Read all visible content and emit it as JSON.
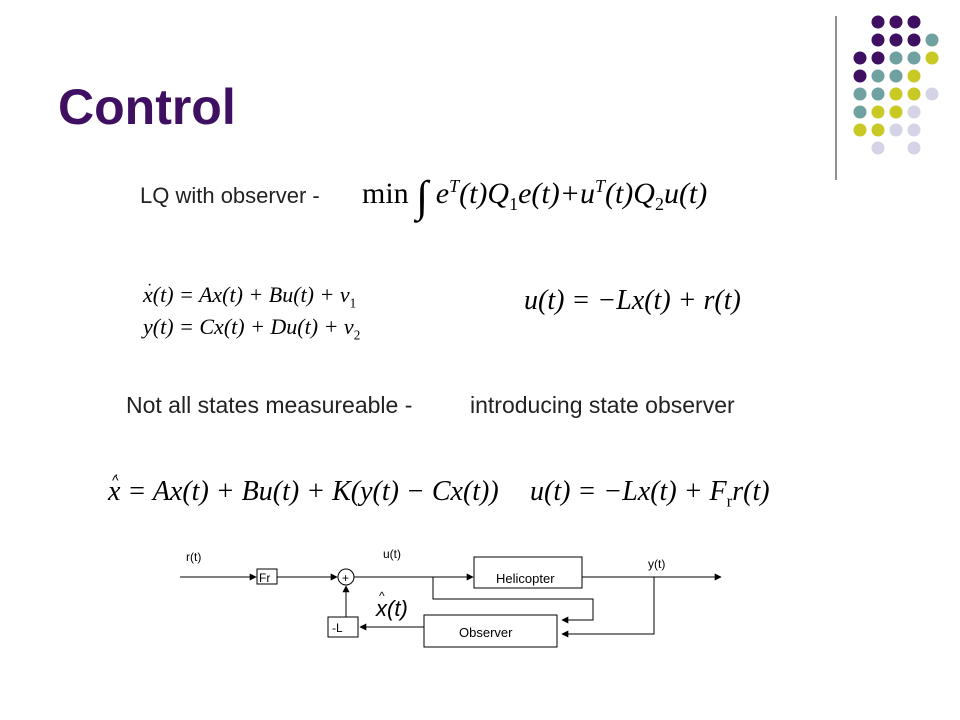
{
  "slide": {
    "title": "Control"
  },
  "lq": {
    "label": "LQ with observer -",
    "cost": {
      "min": "min",
      "integrand_a": "e",
      "integrand_b": "(t)Q",
      "integrand_c": "e(t)+u",
      "integrand_d": "(t)Q",
      "integrand_e": "u(t)",
      "sup_T": "T",
      "sub_1": "1",
      "sub_2": "2"
    }
  },
  "system_eqs": {
    "eq1": "x(t) = Ax(t) + Bu(t) + v",
    "eq1_sub": "1",
    "eq2": "y(t) = Cx(t) + Du(t) + v",
    "eq2_sub": "2",
    "control_law": "u(t) = −Lx(t) + r(t)"
  },
  "observer_note": {
    "left": "Not all states measureable -",
    "right": "introducing state observer"
  },
  "observer_eqs": {
    "state_eq": "x = Ax(t) + Bu(t) + K(y(t) − Cx(t))",
    "control_law": "u(t) = −Lx(t) + F",
    "control_sub": "r",
    "control_tail": "r(t)"
  },
  "diagram": {
    "r_label": "r(t)",
    "u_label": "u(t)",
    "y_label": "y(t)",
    "xhat_label": "x(t)",
    "fr_block": "Fr",
    "sum_sign": "+",
    "plant_block": "Helicopter",
    "observer_block": "Observer",
    "gain_block": "-L"
  },
  "decor": {
    "colors": {
      "purple": "#3f1062",
      "teal": "#6fa1a0",
      "olive": "#c8c924",
      "lavender": "#d4d4e6",
      "line": "#6b6b6b"
    }
  }
}
